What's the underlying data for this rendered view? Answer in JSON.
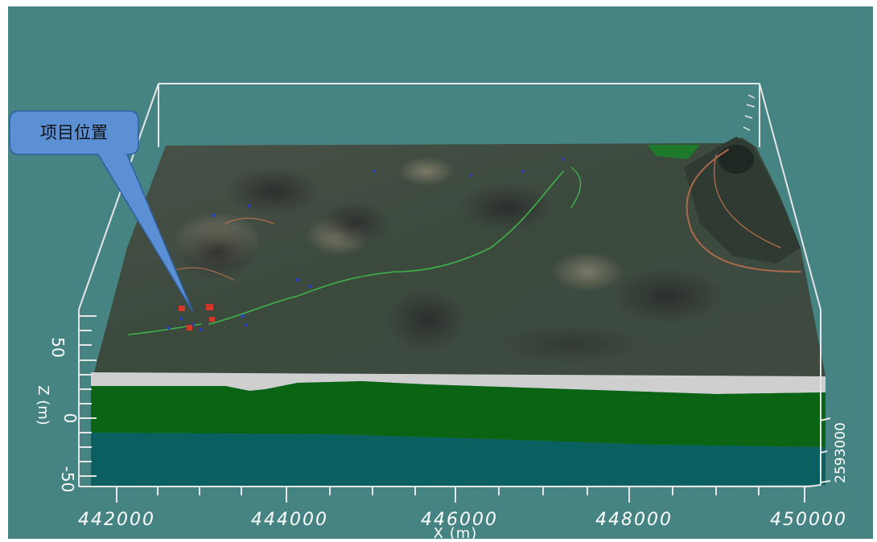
{
  "colors": {
    "background": "#468383",
    "frame": "#e6e6e6",
    "sand_layer": "#cfcfcf",
    "green_layer": "#0a6414",
    "teal_layer": "#0a5f60",
    "callout_fill": "#5b90d4",
    "callout_stroke": "#2f5f9f"
  },
  "callout": {
    "label": "项目位置"
  },
  "axes": {
    "x": {
      "label": "X (m)",
      "ticks": [
        "442000",
        "444000",
        "446000",
        "448000",
        "450000"
      ]
    },
    "z": {
      "label": "Z (m)",
      "ticks": [
        "50",
        "0",
        "-50"
      ]
    },
    "y": {
      "tick": "2593000"
    }
  }
}
